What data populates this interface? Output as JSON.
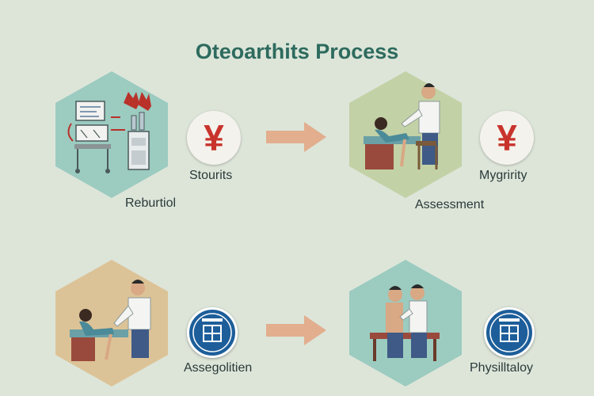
{
  "title": "Oteoarthits Process",
  "steps": [
    {
      "label": "Reburtiol",
      "badge_label": "Stourits",
      "badge_icon": "yen-icon",
      "badge_symbol": "¥"
    },
    {
      "label": "Assessment",
      "badge_label": "Mygririty",
      "badge_icon": "yen-icon",
      "badge_symbol": "¥"
    },
    {
      "label": "",
      "badge_label": "Assegolitien",
      "badge_icon": "seal-icon"
    },
    {
      "label": "",
      "badge_label": "Physilltaloy",
      "badge_icon": "seal-icon"
    }
  ],
  "colors": {
    "background": "#dde5d9",
    "title": "#2d6b5e",
    "hex_teal": "#9ccbc0",
    "hex_olive": "#c3d1a6",
    "hex_tan": "#dcc397",
    "arrow": "#e2ae8e",
    "yen": "#c8342c",
    "seal": "#1d5e9a"
  }
}
